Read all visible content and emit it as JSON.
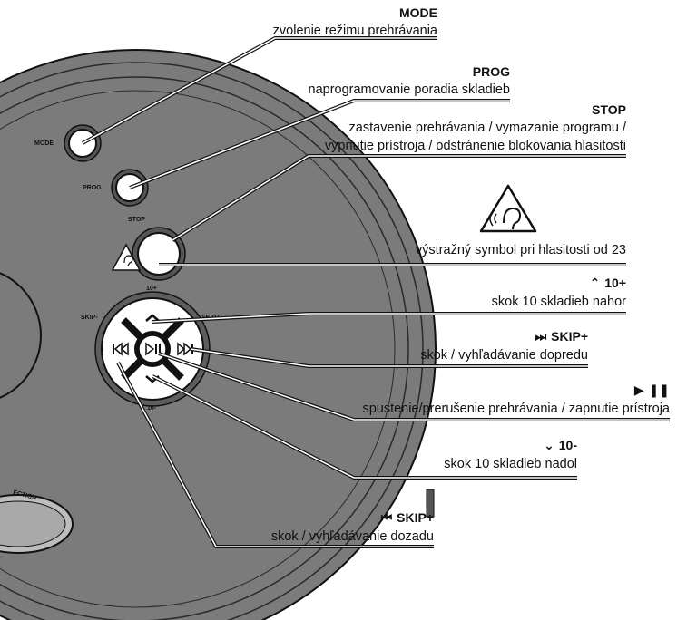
{
  "device": {
    "button_labels": {
      "mode": "MODE",
      "prog": "PROG",
      "stop": "STOP",
      "up": "10+",
      "down": "10-",
      "skip_minus": "SKIP-",
      "skip_plus": "SKIP+",
      "selection": "ECTION"
    }
  },
  "callouts": {
    "mode": {
      "title": "MODE",
      "desc": "zvolenie režimu prehrávania"
    },
    "prog": {
      "title": "PROG",
      "desc": "naprogramovanie poradia skladieb"
    },
    "stop": {
      "title": "STOP",
      "desc_line1": "zastavenie prehrávania / vymazanie programu /",
      "desc_line2": "vypnutie prístroja / odstránenie blokovania hlasitosti"
    },
    "warning": {
      "desc": "výstražný symbol pri hlasitosti od 23"
    },
    "up": {
      "title_text": "10+",
      "desc": "skok 10 skladieb nahor"
    },
    "skip_fwd": {
      "title_text": "SKIP+",
      "desc": "skok / vyhľadávanie dopredu"
    },
    "play": {
      "desc": "spustenie/prerušenie prehrávania / zapnutie prístroja"
    },
    "down": {
      "title_text": "10-",
      "desc": "skok 10 skladieb nadol"
    },
    "skip_back": {
      "title_text": "SKIP+",
      "desc": "skok / vyhľadávanie dozadu"
    }
  },
  "icons": {
    "up_arrow": "chevron-up-icon",
    "down_arrow": "chevron-down-icon",
    "next": "skip-next-icon",
    "prev": "skip-previous-icon",
    "play_pause": "play-pause-icon",
    "warning": "hearing-warning-icon"
  },
  "colors": {
    "body_fill": "#7b7b7b",
    "ring_fill": "#6a6a6a",
    "button_fill": "#ffffff",
    "outline": "#111111"
  }
}
